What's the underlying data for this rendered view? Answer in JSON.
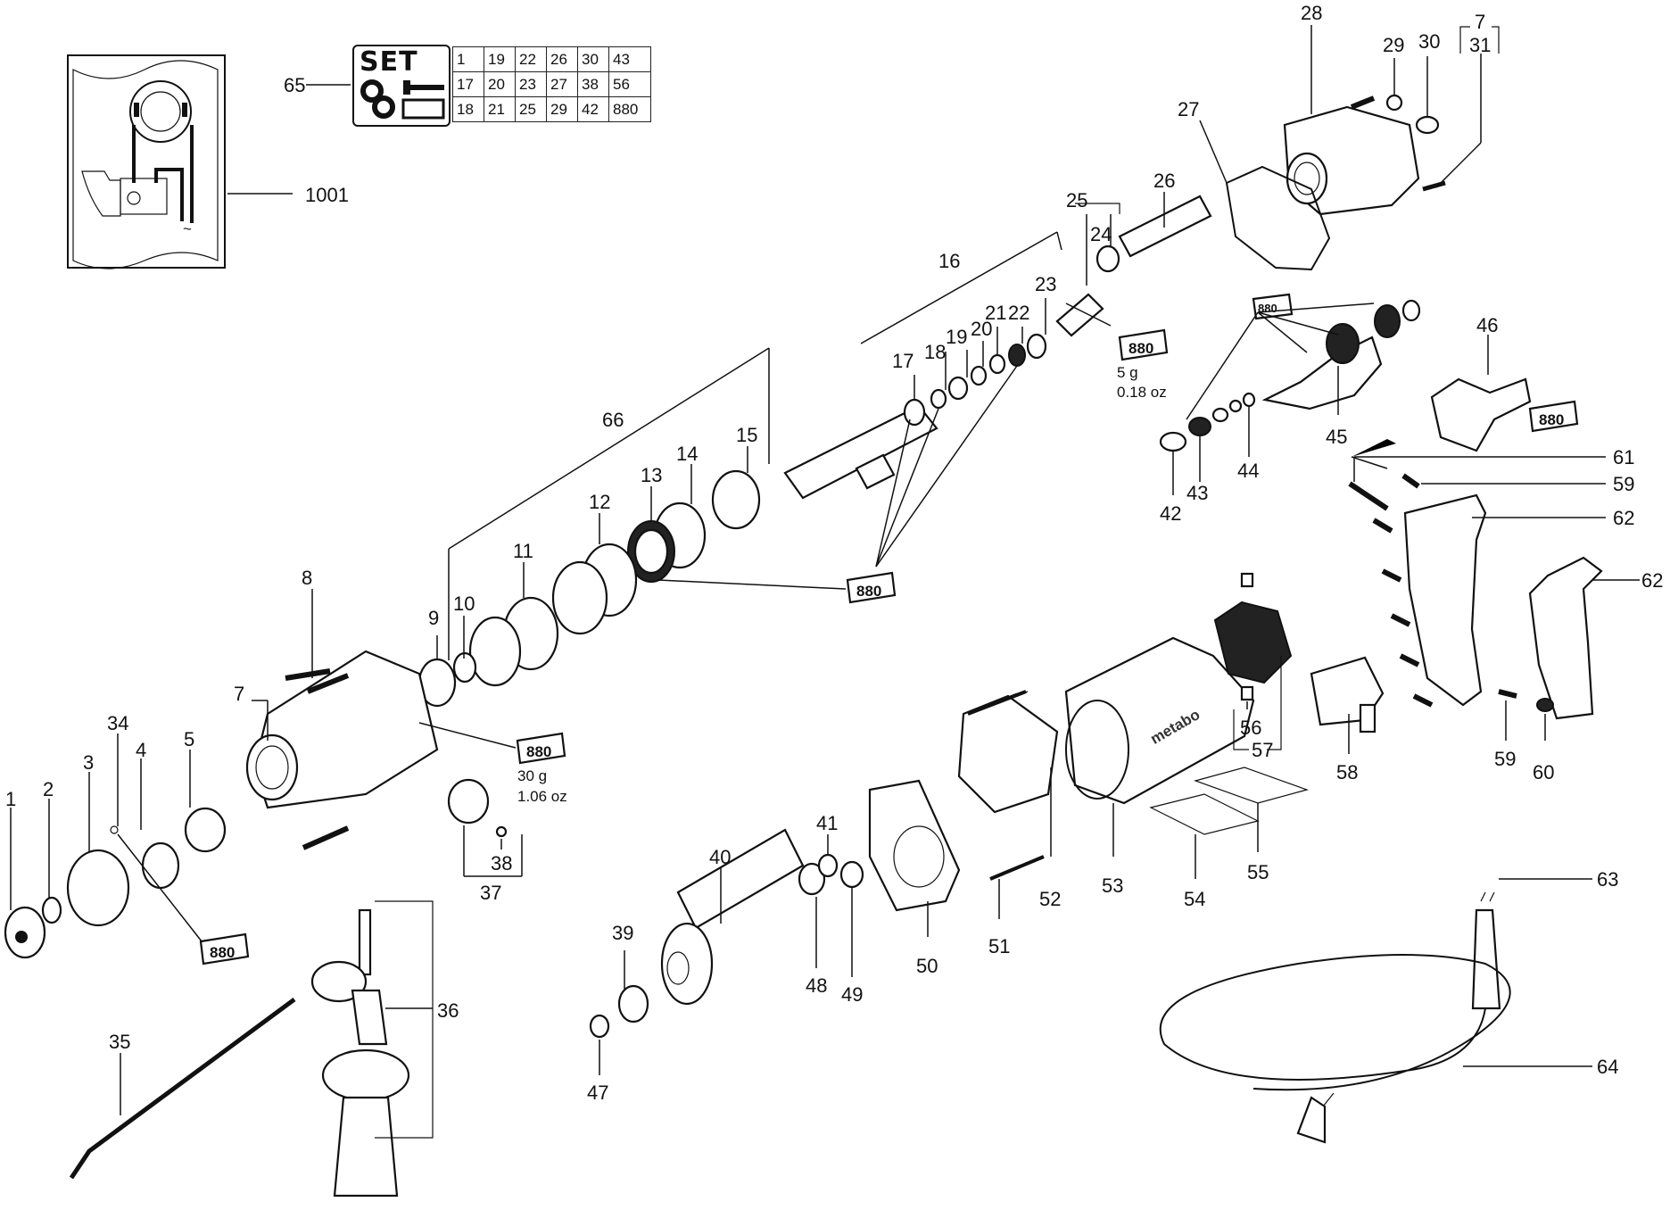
{
  "diagram": {
    "type": "exploded-parts-diagram",
    "brand_on_housing": "metabo",
    "set_kit": {
      "callout": "65",
      "title": "SET",
      "rows": [
        [
          "1",
          "19",
          "22",
          "26",
          "30",
          "43"
        ],
        [
          "17",
          "20",
          "23",
          "27",
          "38",
          "56"
        ],
        [
          "18",
          "21",
          "25",
          "29",
          "42",
          "880"
        ]
      ]
    },
    "wiring_diagram": {
      "callout": "1001",
      "symbol": "~"
    },
    "grease": {
      "code": "880",
      "notes": [
        {
          "amount_g": "5 g",
          "amount_oz": "0.18 oz"
        },
        {
          "amount_g": "30 g",
          "amount_oz": "1.06 oz"
        }
      ]
    },
    "callouts": {
      "c1": "1",
      "c2": "2",
      "c3": "3",
      "c4": "4",
      "c5": "5",
      "c7a": "7",
      "c7b": "7",
      "c8": "8",
      "c9": "9",
      "c10": "10",
      "c11": "11",
      "c12": "12",
      "c13": "13",
      "c14": "14",
      "c15": "15",
      "c16": "16",
      "c17": "17",
      "c18": "18",
      "c19": "19",
      "c20": "20",
      "c21": "21",
      "c22": "22",
      "c23": "23",
      "c24": "24",
      "c25": "25",
      "c26": "26",
      "c27": "27",
      "c28": "28",
      "c29": "29",
      "c30": "30",
      "c31": "31",
      "c34": "34",
      "c35": "35",
      "c36": "36",
      "c37": "37",
      "c38": "38",
      "c39": "39",
      "c40": "40",
      "c41": "41",
      "c42": "42",
      "c43": "43",
      "c44": "44",
      "c45": "45",
      "c46": "46",
      "c47": "47",
      "c48": "48",
      "c49": "49",
      "c50": "50",
      "c51": "51",
      "c52": "52",
      "c53": "53",
      "c54": "54",
      "c55": "55",
      "c56": "56",
      "c57": "57",
      "c58": "58",
      "c59a": "59",
      "c59b": "59",
      "c60": "60",
      "c61": "61",
      "c62a": "62",
      "c62b": "62",
      "c63": "63",
      "c64": "64",
      "c65": "65",
      "c66": "66",
      "c1001": "1001"
    }
  }
}
